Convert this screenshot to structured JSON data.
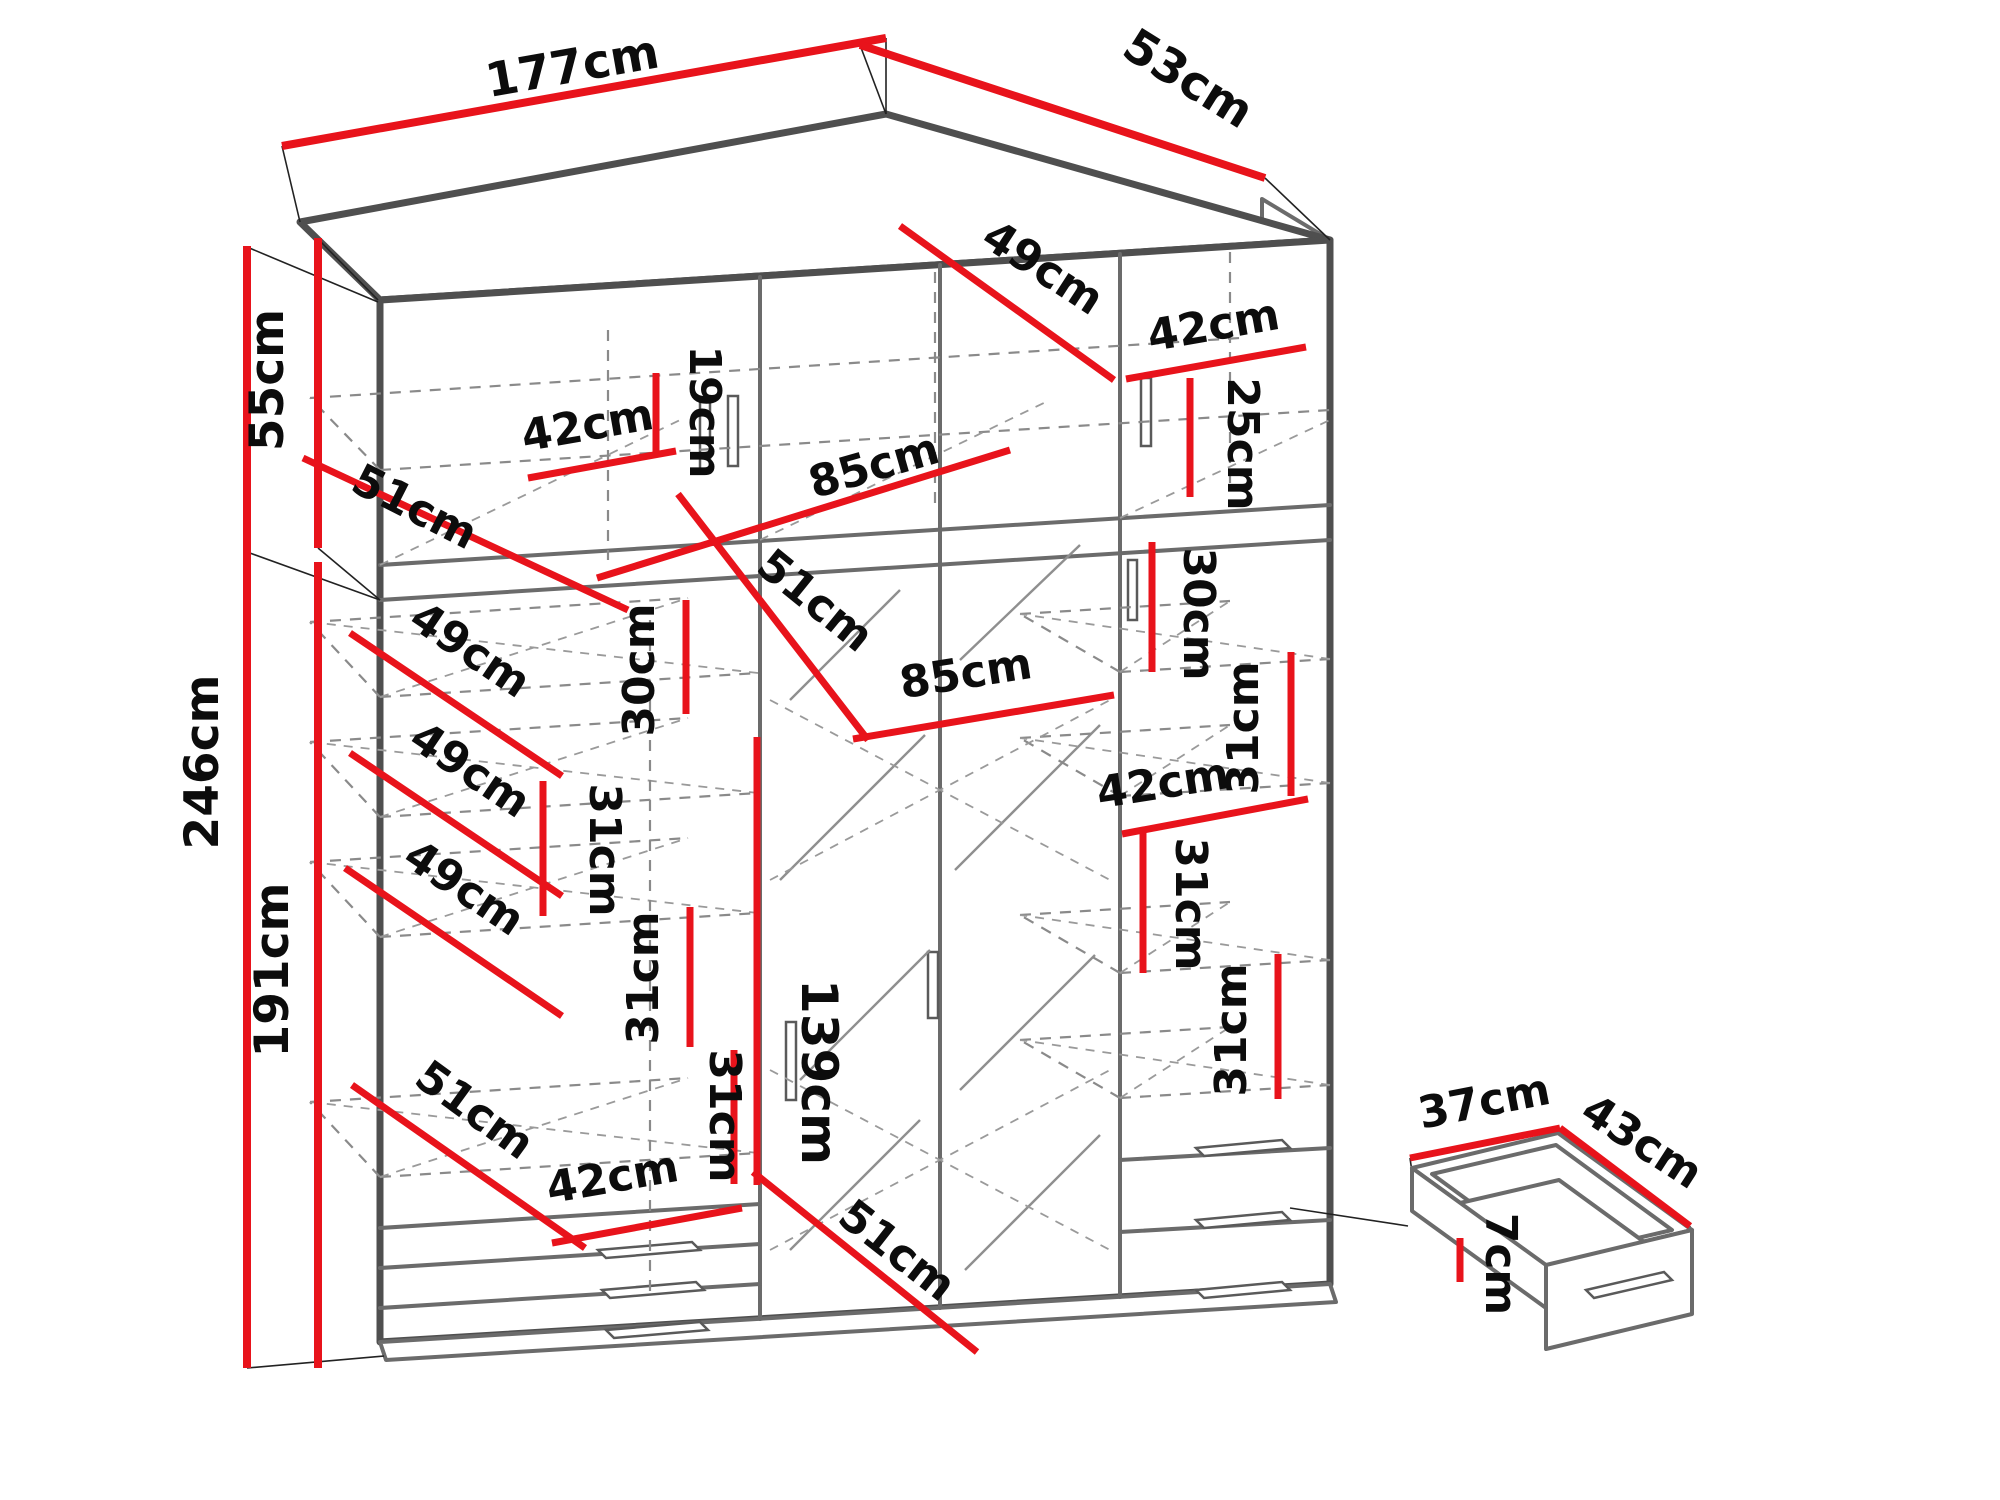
{
  "accent_red": "#e8131b",
  "wardrobe": {
    "overall": {
      "width": "177cm",
      "depth": "53cm",
      "top_section_height": "55cm",
      "total_height": "246cm",
      "lower_section_height": "191cm"
    },
    "labels": [
      {
        "text": "177cm",
        "part": "overall-width"
      },
      {
        "text": "53cm",
        "part": "overall-depth"
      },
      {
        "text": "55cm",
        "part": "top-section-height"
      },
      {
        "text": "246cm",
        "part": "total-height"
      },
      {
        "text": "191cm",
        "part": "lower-section-height"
      },
      {
        "text": "51cm",
        "part": "top-left-shelf-depth"
      },
      {
        "text": "42cm",
        "part": "top-left-compartment-width"
      },
      {
        "text": "19cm",
        "part": "top-shelf-clearance"
      },
      {
        "text": "85cm",
        "part": "top-middle-compartment-width"
      },
      {
        "text": "49cm",
        "part": "top-right-shelf-depth"
      },
      {
        "text": "42cm",
        "part": "top-right-compartment-width"
      },
      {
        "text": "25cm",
        "part": "top-right-compartment-height"
      },
      {
        "text": "51cm",
        "part": "center-shelf-depth"
      },
      {
        "text": "85cm",
        "part": "middle-compartment-width"
      },
      {
        "text": "30cm",
        "part": "right-top-shelf-height"
      },
      {
        "text": "31cm",
        "part": "right-shelf-height-1"
      },
      {
        "text": "42cm",
        "part": "right-compartment-width"
      },
      {
        "text": "31cm",
        "part": "right-shelf-height-2"
      },
      {
        "text": "31cm",
        "part": "right-shelf-height-3"
      },
      {
        "text": "49cm",
        "part": "left-shelf-depth-1"
      },
      {
        "text": "49cm",
        "part": "left-shelf-depth-2"
      },
      {
        "text": "49cm",
        "part": "left-shelf-depth-3"
      },
      {
        "text": "51cm",
        "part": "left-bottom-shelf-depth"
      },
      {
        "text": "42cm",
        "part": "left-bottom-width"
      },
      {
        "text": "30cm",
        "part": "middle-top-shelf-height"
      },
      {
        "text": "31cm",
        "part": "middle-shelf-height-1"
      },
      {
        "text": "31cm",
        "part": "middle-shelf-height-2"
      },
      {
        "text": "31cm",
        "part": "middle-shelf-height-3"
      },
      {
        "text": "139cm",
        "part": "mirror-door-height"
      },
      {
        "text": "51cm",
        "part": "bottom-shelf-depth"
      }
    ]
  },
  "drawer_detail": {
    "labels": [
      {
        "text": "37cm",
        "part": "drawer-width"
      },
      {
        "text": "43cm",
        "part": "drawer-depth"
      },
      {
        "text": "7cm",
        "part": "drawer-height"
      }
    ]
  }
}
